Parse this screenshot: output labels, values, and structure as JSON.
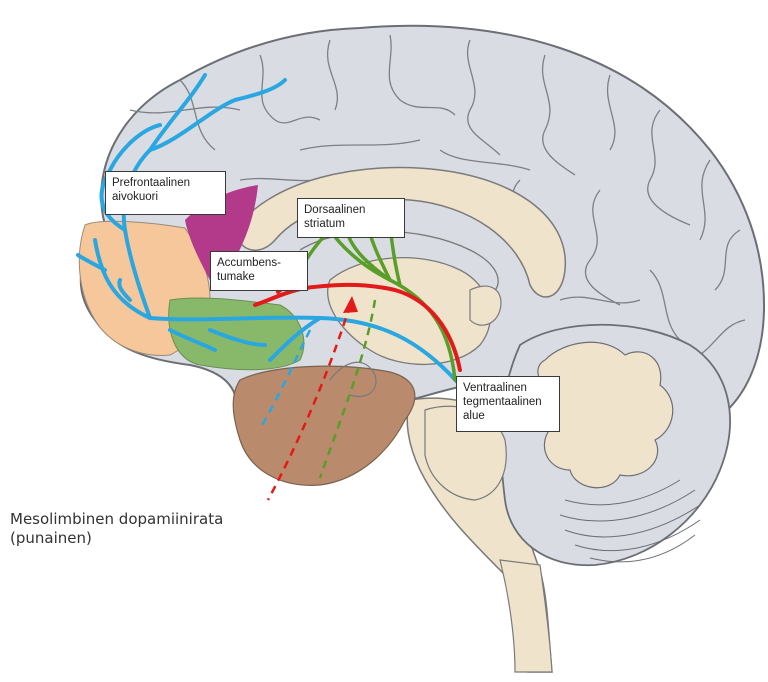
{
  "labels": {
    "prefrontal": [
      "Prefrontaalinen",
      "aivokuori"
    ],
    "dorsal": [
      "Dorsaalinen",
      "striatum"
    ],
    "accumbens": [
      "Accumbens-",
      "tumake"
    ],
    "vta": [
      "Ventraalinen",
      "tegmentaalinen",
      "alue"
    ]
  },
  "caption": [
    "Mesolimbinen dopamiinirata",
    "(punainen)"
  ],
  "colors": {
    "mesolimbic": "#e21a1a",
    "mesocortical": "#2aa7e0",
    "nigrostriatal": "#5a9e2a",
    "prefrontal_region": "#f6c79a",
    "orbitofrontal": "#b3398b",
    "limbic": "#88b86a",
    "temporal": "#b98a6c",
    "brain": "#d9dde3",
    "midline": "#efe3cc"
  }
}
